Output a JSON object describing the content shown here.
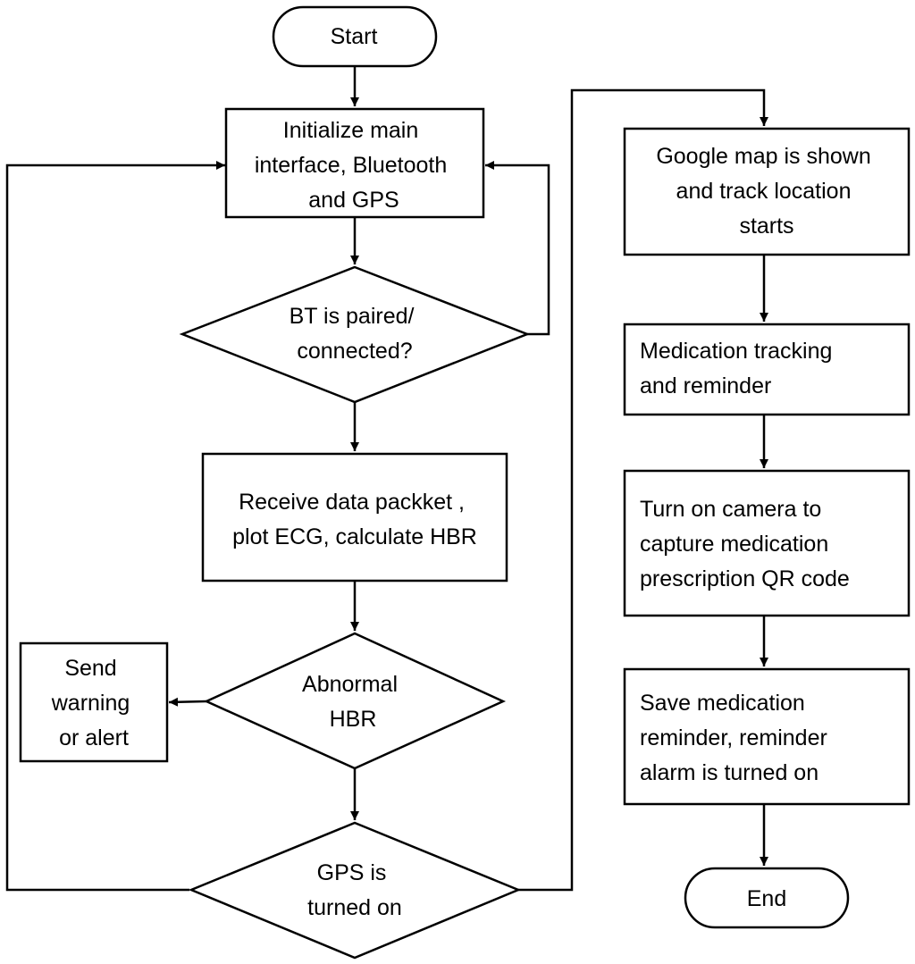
{
  "flowchart": {
    "start": {
      "label": "Start"
    },
    "init": {
      "lines": [
        "Initialize main",
        "interface, Bluetooth",
        "and GPS"
      ]
    },
    "bt_check": {
      "lines": [
        "BT is paired/",
        "connected?"
      ]
    },
    "receive": {
      "lines": [
        "Receive data packket ,",
        "plot ECG, calculate HBR"
      ]
    },
    "abnormal": {
      "lines": [
        "Abnormal",
        "HBR"
      ]
    },
    "warning": {
      "lines": [
        "Send",
        "warning",
        "or alert"
      ]
    },
    "gps_check": {
      "lines": [
        "GPS is",
        "turned on"
      ]
    },
    "map": {
      "lines": [
        "Google map is shown",
        "and track location",
        "starts"
      ]
    },
    "medication": {
      "lines": [
        "Medication tracking",
        "and reminder"
      ]
    },
    "camera": {
      "lines": [
        "Turn on camera to",
        "capture medication",
        "prescription QR code"
      ]
    },
    "save": {
      "lines": [
        "Save medication",
        "reminder, reminder",
        "alarm is turned on"
      ]
    },
    "end": {
      "label": "End"
    }
  }
}
